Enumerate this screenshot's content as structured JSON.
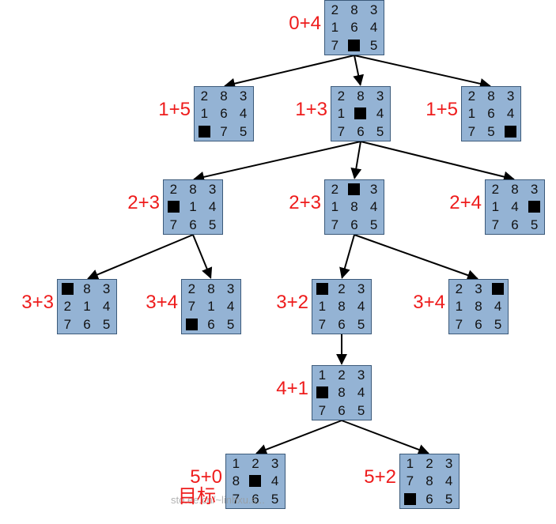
{
  "accent_color": "#ee1c1c",
  "node_fill": "#94b3d4",
  "blank_symbol": "■",
  "nodes": [
    {
      "id": "n0",
      "cost": "0+4",
      "grid": [
        [
          "2",
          "8",
          "3"
        ],
        [
          "1",
          "6",
          "4"
        ],
        [
          "7",
          "■",
          "5"
        ]
      ]
    },
    {
      "id": "n1a",
      "cost": "1+5",
      "grid": [
        [
          "2",
          "8",
          "3"
        ],
        [
          "1",
          "6",
          "4"
        ],
        [
          "■",
          "7",
          "5"
        ]
      ]
    },
    {
      "id": "n1b",
      "cost": "1+3",
      "grid": [
        [
          "2",
          "8",
          "3"
        ],
        [
          "1",
          "■",
          "4"
        ],
        [
          "7",
          "6",
          "5"
        ]
      ]
    },
    {
      "id": "n1c",
      "cost": "1+5",
      "grid": [
        [
          "2",
          "8",
          "3"
        ],
        [
          "1",
          "6",
          "4"
        ],
        [
          "7",
          "5",
          "■"
        ]
      ]
    },
    {
      "id": "n2a",
      "cost": "2+3",
      "grid": [
        [
          "2",
          "8",
          "3"
        ],
        [
          "■",
          "1",
          "4"
        ],
        [
          "7",
          "6",
          "5"
        ]
      ]
    },
    {
      "id": "n2b",
      "cost": "2+3",
      "grid": [
        [
          "2",
          "■",
          "3"
        ],
        [
          "1",
          "8",
          "4"
        ],
        [
          "7",
          "6",
          "5"
        ]
      ]
    },
    {
      "id": "n2c",
      "cost": "2+4",
      "grid": [
        [
          "2",
          "8",
          "3"
        ],
        [
          "1",
          "4",
          "■"
        ],
        [
          "7",
          "6",
          "5"
        ]
      ]
    },
    {
      "id": "n3a",
      "cost": "3+3",
      "grid": [
        [
          "■",
          "8",
          "3"
        ],
        [
          "2",
          "1",
          "4"
        ],
        [
          "7",
          "6",
          "5"
        ]
      ]
    },
    {
      "id": "n3b",
      "cost": "3+4",
      "grid": [
        [
          "2",
          "8",
          "3"
        ],
        [
          "7",
          "1",
          "4"
        ],
        [
          "■",
          "6",
          "5"
        ]
      ]
    },
    {
      "id": "n3c",
      "cost": "3+2",
      "grid": [
        [
          "■",
          "2",
          "3"
        ],
        [
          "1",
          "8",
          "4"
        ],
        [
          "7",
          "6",
          "5"
        ]
      ]
    },
    {
      "id": "n3d",
      "cost": "3+4",
      "grid": [
        [
          "2",
          "3",
          "■"
        ],
        [
          "1",
          "8",
          "4"
        ],
        [
          "7",
          "6",
          "5"
        ]
      ]
    },
    {
      "id": "n4",
      "cost": "4+1",
      "grid": [
        [
          "1",
          "2",
          "3"
        ],
        [
          "■",
          "8",
          "4"
        ],
        [
          "7",
          "6",
          "5"
        ]
      ]
    },
    {
      "id": "n5a",
      "cost": "5+0",
      "grid": [
        [
          "1",
          "2",
          "3"
        ],
        [
          "8",
          "■",
          "4"
        ],
        [
          "7",
          "6",
          "5"
        ]
      ]
    },
    {
      "id": "n5b",
      "cost": "5+2",
      "grid": [
        [
          "1",
          "2",
          "3"
        ],
        [
          "7",
          "8",
          "4"
        ],
        [
          "■",
          "6",
          "5"
        ]
      ]
    }
  ],
  "edges": [
    [
      "n0",
      "n1a"
    ],
    [
      "n0",
      "n1b"
    ],
    [
      "n0",
      "n1c"
    ],
    [
      "n1b",
      "n2a"
    ],
    [
      "n1b",
      "n2b"
    ],
    [
      "n1b",
      "n2c"
    ],
    [
      "n2a",
      "n3a"
    ],
    [
      "n2a",
      "n3b"
    ],
    [
      "n2b",
      "n3c"
    ],
    [
      "n2b",
      "n3d"
    ],
    [
      "n3c",
      "n4"
    ],
    [
      "n4",
      "n5a"
    ],
    [
      "n4",
      "n5b"
    ]
  ],
  "goal_label": "目标",
  "watermark": "sto.ee.cn/~linhxu.s..."
}
